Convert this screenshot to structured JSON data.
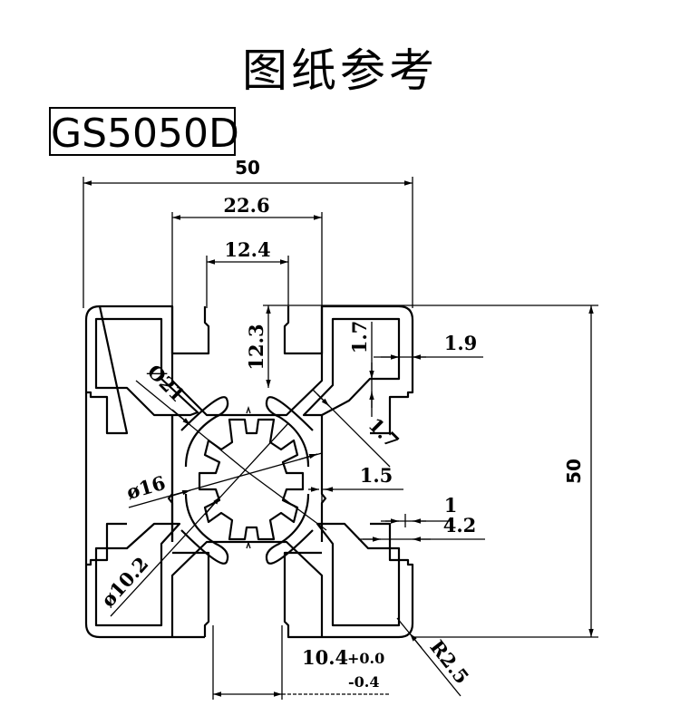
{
  "header": {
    "title": "图纸参考",
    "model": "GS5050D"
  },
  "dimensions": {
    "overall_width": "50",
    "slot_outer_width": "22.6",
    "slot_opening": "12.4",
    "slot_depth": "12.3",
    "lip_height": "1.7",
    "wall_thickness": "1.9",
    "diag_web": "1.7",
    "core_diameter": "Ø21",
    "inner_diameter": "ø16",
    "center_hole": "ø10.2",
    "rib_thickness": "1.5",
    "lip_step": "1",
    "lip_offset": "4.2",
    "overall_height": "50",
    "bottom_slot_nominal": "10.4",
    "bottom_slot_tol_upper": "+0.0",
    "bottom_slot_tol_lower": "-0.4",
    "corner_radius": "R2.5"
  },
  "colors": {
    "line": "#000000",
    "background": "#ffffff"
  }
}
